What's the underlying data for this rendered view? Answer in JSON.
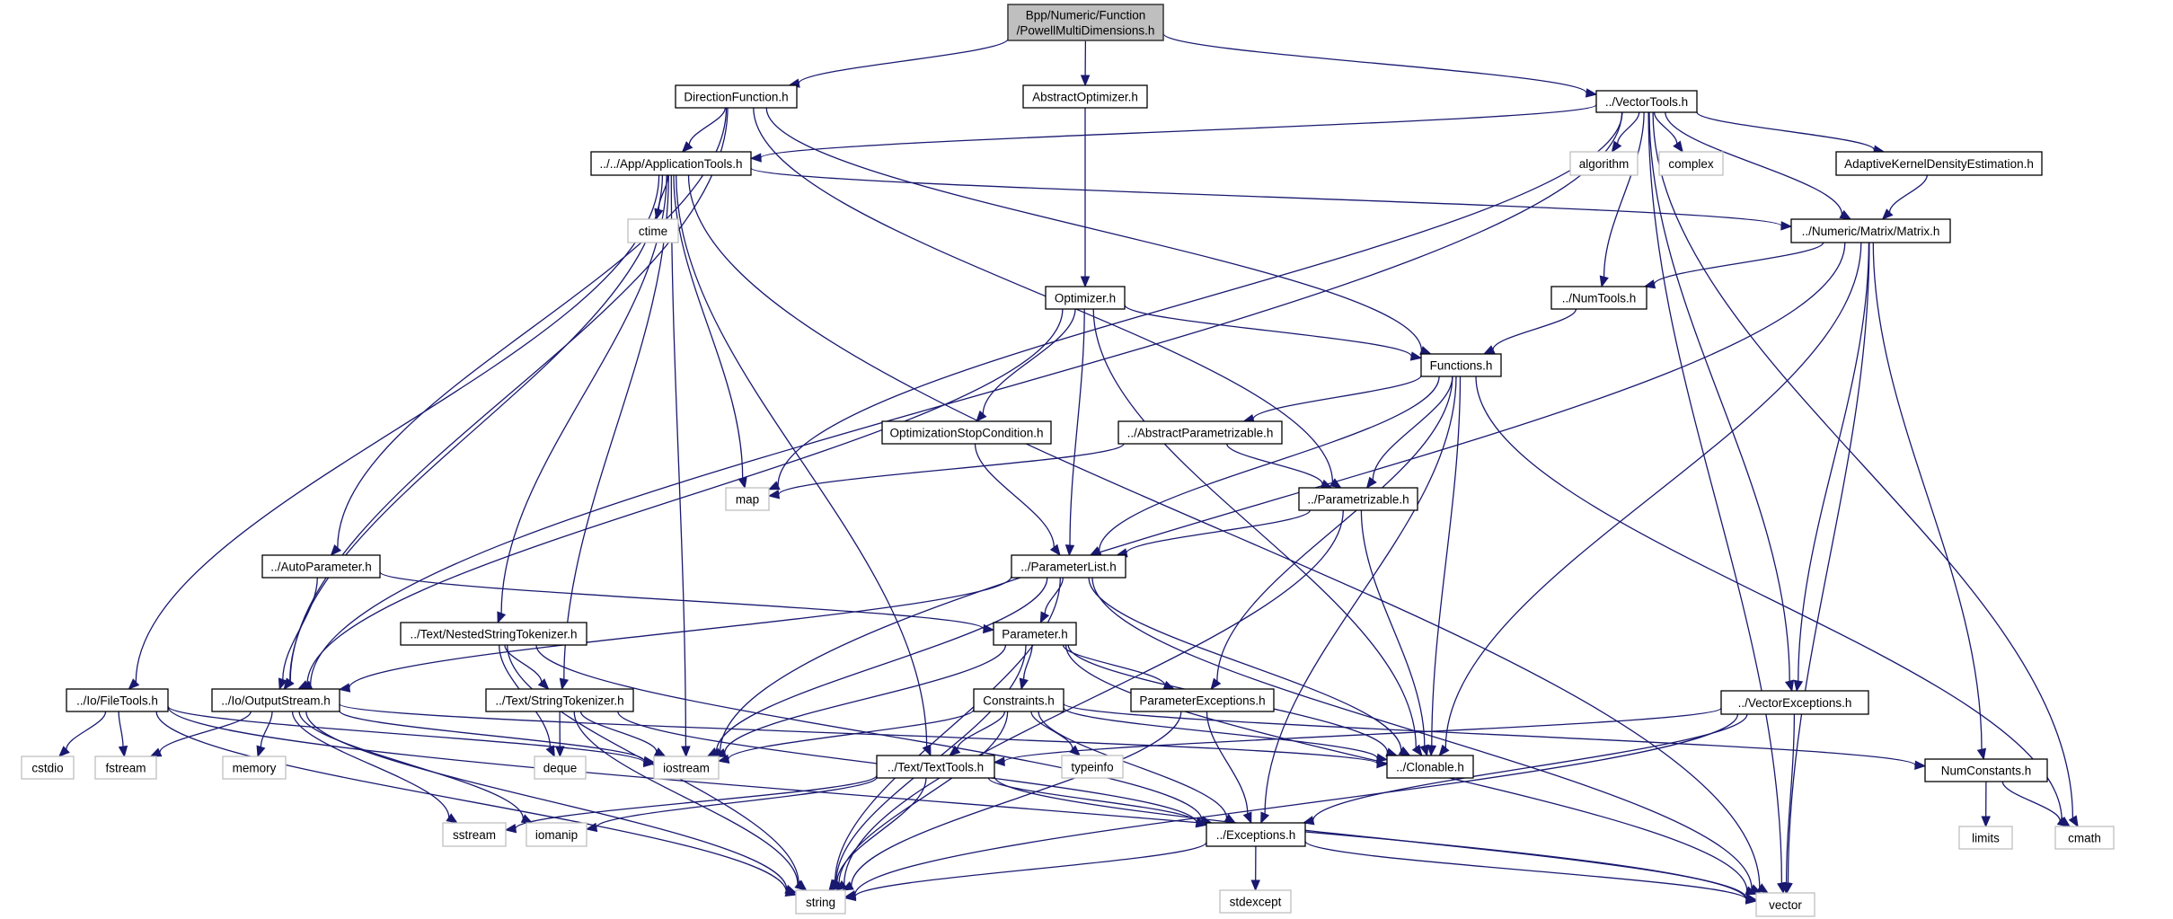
{
  "diagram": {
    "title": "Bpp/Numeric/Function/PowellMultiDimensions.h include dependency graph",
    "edge_color": "#191970",
    "root_fill": "#bfbfbf",
    "system_border": "#bfbfbf",
    "nodes": [
      {
        "id": "root",
        "kind": "root",
        "lines": [
          "Bpp/Numeric/Function",
          "/PowellMultiDimensions.h"
        ]
      },
      {
        "id": "DirectionFunction",
        "kind": "linked",
        "lines": [
          "DirectionFunction.h"
        ]
      },
      {
        "id": "AbstractOptimizer",
        "kind": "linked",
        "lines": [
          "AbstractOptimizer.h"
        ]
      },
      {
        "id": "VectorTools",
        "kind": "linked",
        "lines": [
          "../VectorTools.h"
        ]
      },
      {
        "id": "ApplicationTools",
        "kind": "linked",
        "lines": [
          "../../App/ApplicationTools.h"
        ]
      },
      {
        "id": "algorithm",
        "kind": "system",
        "lines": [
          "algorithm"
        ]
      },
      {
        "id": "complex",
        "kind": "system",
        "lines": [
          "complex"
        ]
      },
      {
        "id": "AKDE",
        "kind": "linked",
        "lines": [
          "AdaptiveKernelDensityEstimation.h"
        ]
      },
      {
        "id": "ctime",
        "kind": "system",
        "lines": [
          "ctime"
        ]
      },
      {
        "id": "Matrix",
        "kind": "linked",
        "lines": [
          "../Numeric/Matrix/Matrix.h"
        ]
      },
      {
        "id": "Optimizer",
        "kind": "linked",
        "lines": [
          "Optimizer.h"
        ]
      },
      {
        "id": "NumTools",
        "kind": "linked",
        "lines": [
          "../NumTools.h"
        ]
      },
      {
        "id": "Functions",
        "kind": "linked",
        "lines": [
          "Functions.h"
        ]
      },
      {
        "id": "OptimizationStopCondition",
        "kind": "linked",
        "lines": [
          "OptimizationStopCondition.h"
        ]
      },
      {
        "id": "AbstractParametrizable",
        "kind": "linked",
        "lines": [
          "../AbstractParametrizable.h"
        ]
      },
      {
        "id": "map",
        "kind": "system",
        "lines": [
          "map"
        ]
      },
      {
        "id": "Parametrizable",
        "kind": "linked",
        "lines": [
          "../Parametrizable.h"
        ]
      },
      {
        "id": "AutoParameter",
        "kind": "linked",
        "lines": [
          "../AutoParameter.h"
        ]
      },
      {
        "id": "ParameterList",
        "kind": "linked",
        "lines": [
          "../ParameterList.h"
        ]
      },
      {
        "id": "NestedStringTokenizer",
        "kind": "linked",
        "lines": [
          "../Text/NestedStringTokenizer.h"
        ]
      },
      {
        "id": "Parameter",
        "kind": "linked",
        "lines": [
          "Parameter.h"
        ]
      },
      {
        "id": "FileTools",
        "kind": "linked",
        "lines": [
          "../Io/FileTools.h"
        ]
      },
      {
        "id": "OutputStream",
        "kind": "linked",
        "lines": [
          "../Io/OutputStream.h"
        ]
      },
      {
        "id": "StringTokenizer",
        "kind": "linked",
        "lines": [
          "../Text/StringTokenizer.h"
        ]
      },
      {
        "id": "Constraints",
        "kind": "linked",
        "lines": [
          "Constraints.h"
        ]
      },
      {
        "id": "ParameterExceptions",
        "kind": "linked",
        "lines": [
          "ParameterExceptions.h"
        ]
      },
      {
        "id": "VectorExceptions",
        "kind": "linked",
        "lines": [
          "../VectorExceptions.h"
        ]
      },
      {
        "id": "cstdio",
        "kind": "system",
        "lines": [
          "cstdio"
        ]
      },
      {
        "id": "fstream",
        "kind": "system",
        "lines": [
          "fstream"
        ]
      },
      {
        "id": "memory",
        "kind": "system",
        "lines": [
          "memory"
        ]
      },
      {
        "id": "deque",
        "kind": "system",
        "lines": [
          "deque"
        ]
      },
      {
        "id": "iostream",
        "kind": "system",
        "lines": [
          "iostream"
        ]
      },
      {
        "id": "TextTools",
        "kind": "linked",
        "lines": [
          "../Text/TextTools.h"
        ]
      },
      {
        "id": "typeinfo",
        "kind": "system",
        "lines": [
          "typeinfo"
        ]
      },
      {
        "id": "Clonable",
        "kind": "linked",
        "lines": [
          "../Clonable.h"
        ]
      },
      {
        "id": "NumConstants",
        "kind": "linked",
        "lines": [
          "NumConstants.h"
        ]
      },
      {
        "id": "sstream",
        "kind": "system",
        "lines": [
          "sstream"
        ]
      },
      {
        "id": "iomanip",
        "kind": "system",
        "lines": [
          "iomanip"
        ]
      },
      {
        "id": "Exceptions",
        "kind": "linked",
        "lines": [
          "../Exceptions.h"
        ]
      },
      {
        "id": "limits",
        "kind": "system",
        "lines": [
          "limits"
        ]
      },
      {
        "id": "cmath",
        "kind": "system",
        "lines": [
          "cmath"
        ]
      },
      {
        "id": "string",
        "kind": "system",
        "lines": [
          "string"
        ]
      },
      {
        "id": "stdexcept",
        "kind": "system",
        "lines": [
          "stdexcept"
        ]
      },
      {
        "id": "vector",
        "kind": "system",
        "lines": [
          "vector"
        ]
      }
    ],
    "edges": [
      [
        "root",
        "DirectionFunction"
      ],
      [
        "root",
        "AbstractOptimizer"
      ],
      [
        "root",
        "VectorTools"
      ],
      [
        "DirectionFunction",
        "ApplicationTools"
      ],
      [
        "DirectionFunction",
        "AutoParameter"
      ],
      [
        "DirectionFunction",
        "OutputStream"
      ],
      [
        "DirectionFunction",
        "Functions"
      ],
      [
        "DirectionFunction",
        "Parametrizable"
      ],
      [
        "AbstractOptimizer",
        "Optimizer"
      ],
      [
        "VectorTools",
        "ApplicationTools"
      ],
      [
        "VectorTools",
        "OutputStream"
      ],
      [
        "VectorTools",
        "map"
      ],
      [
        "VectorTools",
        "algorithm"
      ],
      [
        "VectorTools",
        "complex"
      ],
      [
        "VectorTools",
        "AKDE"
      ],
      [
        "VectorTools",
        "Matrix"
      ],
      [
        "VectorTools",
        "NumTools"
      ],
      [
        "VectorTools",
        "VectorExceptions"
      ],
      [
        "VectorTools",
        "cmath"
      ],
      [
        "VectorTools",
        "vector"
      ],
      [
        "AKDE",
        "Matrix"
      ],
      [
        "ApplicationTools",
        "FileTools"
      ],
      [
        "ApplicationTools",
        "OutputStream"
      ],
      [
        "ApplicationTools",
        "NestedStringTokenizer"
      ],
      [
        "ApplicationTools",
        "StringTokenizer"
      ],
      [
        "ApplicationTools",
        "TextTools"
      ],
      [
        "ApplicationTools",
        "ctime"
      ],
      [
        "ApplicationTools",
        "iostream"
      ],
      [
        "ApplicationTools",
        "map"
      ],
      [
        "ApplicationTools",
        "Matrix"
      ],
      [
        "ApplicationTools",
        "vector"
      ],
      [
        "Matrix",
        "NumTools"
      ],
      [
        "Matrix",
        "Clonable"
      ],
      [
        "Matrix",
        "VectorExceptions"
      ],
      [
        "Matrix",
        "NumConstants"
      ],
      [
        "Matrix",
        "vector"
      ],
      [
        "Matrix",
        "iostream"
      ],
      [
        "NumTools",
        "Functions"
      ],
      [
        "Optimizer",
        "Functions"
      ],
      [
        "Optimizer",
        "OptimizationStopCondition"
      ],
      [
        "Optimizer",
        "ParameterList"
      ],
      [
        "Optimizer",
        "OutputStream"
      ],
      [
        "Optimizer",
        "Clonable"
      ],
      [
        "Functions",
        "AbstractParametrizable"
      ],
      [
        "Functions",
        "Parametrizable"
      ],
      [
        "Functions",
        "ParameterList"
      ],
      [
        "Functions",
        "ParameterExceptions"
      ],
      [
        "Functions",
        "Clonable"
      ],
      [
        "Functions",
        "Exceptions"
      ],
      [
        "Functions",
        "cmath"
      ],
      [
        "AbstractParametrizable",
        "Parametrizable"
      ],
      [
        "AbstractParametrizable",
        "map"
      ],
      [
        "OptimizationStopCondition",
        "ParameterList"
      ],
      [
        "Parametrizable",
        "ParameterList"
      ],
      [
        "Parametrizable",
        "Clonable"
      ],
      [
        "Parametrizable",
        "string"
      ],
      [
        "ParameterList",
        "Parameter"
      ],
      [
        "ParameterList",
        "OutputStream"
      ],
      [
        "ParameterList",
        "iostream"
      ],
      [
        "ParameterList",
        "string"
      ],
      [
        "ParameterList",
        "Clonable"
      ],
      [
        "ParameterList",
        "vector"
      ],
      [
        "AutoParameter",
        "OutputStream"
      ],
      [
        "AutoParameter",
        "Parameter"
      ],
      [
        "Parameter",
        "Constraints"
      ],
      [
        "Parameter",
        "ParameterExceptions"
      ],
      [
        "Parameter",
        "iostream"
      ],
      [
        "Parameter",
        "string"
      ],
      [
        "Parameter",
        "Clonable"
      ],
      [
        "Parameter",
        "vector"
      ],
      [
        "Constraints",
        "TextTools"
      ],
      [
        "Constraints",
        "typeinfo"
      ],
      [
        "Constraints",
        "Exceptions"
      ],
      [
        "Constraints",
        "Clonable"
      ],
      [
        "Constraints",
        "NumConstants"
      ],
      [
        "Constraints",
        "iostream"
      ],
      [
        "Constraints",
        "string"
      ],
      [
        "ParameterExceptions",
        "Exceptions"
      ],
      [
        "ParameterExceptions",
        "string"
      ],
      [
        "NestedStringTokenizer",
        "StringTokenizer"
      ],
      [
        "NestedStringTokenizer",
        "deque"
      ],
      [
        "NestedStringTokenizer",
        "string"
      ],
      [
        "NestedStringTokenizer",
        "Exceptions"
      ],
      [
        "StringTokenizer",
        "deque"
      ],
      [
        "StringTokenizer",
        "iostream"
      ],
      [
        "StringTokenizer",
        "string"
      ],
      [
        "StringTokenizer",
        "Exceptions"
      ],
      [
        "FileTools",
        "cstdio"
      ],
      [
        "FileTools",
        "fstream"
      ],
      [
        "FileTools",
        "string"
      ],
      [
        "FileTools",
        "iostream"
      ],
      [
        "FileTools",
        "vector"
      ],
      [
        "OutputStream",
        "fstream"
      ],
      [
        "OutputStream",
        "memory"
      ],
      [
        "OutputStream",
        "sstream"
      ],
      [
        "OutputStream",
        "iomanip"
      ],
      [
        "OutputStream",
        "iostream"
      ],
      [
        "OutputStream",
        "string"
      ],
      [
        "OutputStream",
        "Clonable"
      ],
      [
        "TextTools",
        "sstream"
      ],
      [
        "TextTools",
        "iomanip"
      ],
      [
        "TextTools",
        "string"
      ],
      [
        "TextTools",
        "Exceptions"
      ],
      [
        "TextTools",
        "vector"
      ],
      [
        "VectorExceptions",
        "TextTools"
      ],
      [
        "VectorExceptions",
        "Exceptions"
      ],
      [
        "VectorExceptions",
        "string"
      ],
      [
        "VectorExceptions",
        "vector"
      ],
      [
        "NumConstants",
        "limits"
      ],
      [
        "NumConstants",
        "cmath"
      ],
      [
        "Exceptions",
        "stdexcept"
      ],
      [
        "Exceptions",
        "string"
      ],
      [
        "Exceptions",
        "vector"
      ]
    ]
  }
}
